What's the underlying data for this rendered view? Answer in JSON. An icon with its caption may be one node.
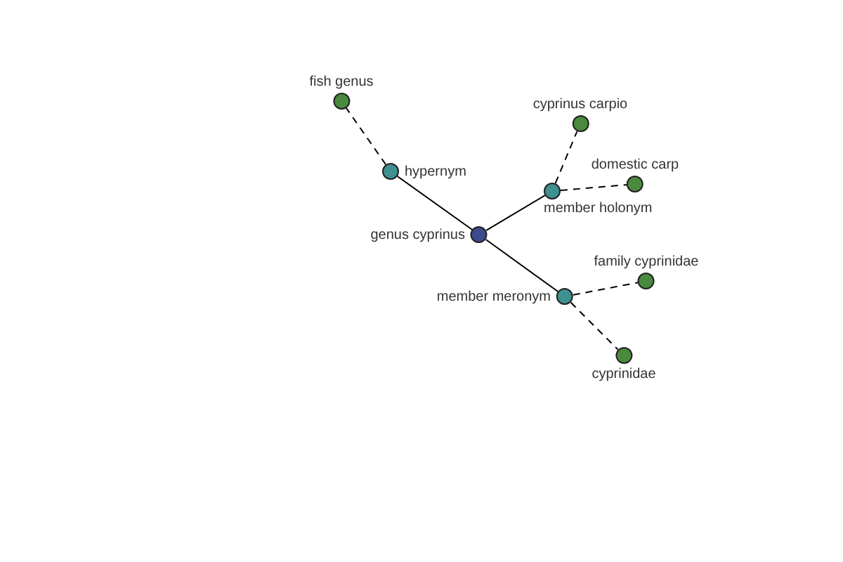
{
  "diagram": {
    "nodes": [
      {
        "text": [
          "fish genus"
        ]
      },
      {
        "text": [
          "hypernym"
        ]
      },
      {
        "text": [
          "genus cyprinus"
        ]
      },
      {
        "text": [
          "member holonym"
        ]
      },
      {
        "text": [
          "cyprinus carpio"
        ]
      },
      {
        "text": [
          "domestic carp"
        ]
      },
      {
        "text": [
          "member meronym"
        ]
      },
      {
        "text": [
          "family cyprinidae"
        ]
      },
      {
        "text": [
          "cyprinidae"
        ]
      }
    ],
    "edges": [
      {
        "from": 1,
        "to": 0,
        "arrow": "none",
        "style": "dashed"
      },
      {
        "from": 2,
        "to": 1,
        "arrow": "none"
      },
      {
        "from": 2,
        "to": 3,
        "arrow": "none"
      },
      {
        "from": 2,
        "to": 6,
        "arrow": "none"
      },
      {
        "from": 3,
        "to": 4,
        "arrow": "none",
        "style": "dashed"
      },
      {
        "from": 3,
        "to": 5,
        "arrow": "none",
        "style": "dashed"
      },
      {
        "from": 6,
        "to": 7,
        "arrow": "none",
        "style": "dashed"
      },
      {
        "from": 6,
        "to": 8,
        "arrow": "none",
        "style": "dashed"
      }
    ]
  }
}
